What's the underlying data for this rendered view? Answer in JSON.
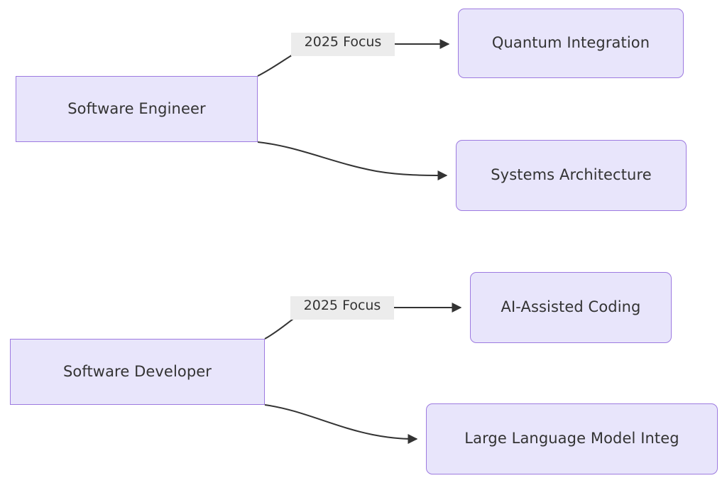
{
  "diagram": {
    "type": "flowchart",
    "direction": "left-to-right",
    "background_color": "#ffffff",
    "node_fill_color": "#e8e5fb",
    "node_border_color": "#9d7ae0",
    "node_text_color": "#333333",
    "edge_color": "#333333",
    "edge_label_background": "#ececec",
    "nodes": [
      {
        "id": "software-engineer",
        "label": "Software Engineer",
        "shape": "rectangle",
        "role": "source"
      },
      {
        "id": "quantum-integration",
        "label": "Quantum Integration",
        "shape": "rounded-rectangle",
        "role": "target"
      },
      {
        "id": "systems-architecture",
        "label": "Systems Architecture",
        "shape": "rounded-rectangle",
        "role": "target"
      },
      {
        "id": "software-developer",
        "label": "Software Developer",
        "shape": "rectangle",
        "role": "source"
      },
      {
        "id": "ai-assisted-coding",
        "label": "AI-Assisted Coding",
        "shape": "rounded-rectangle",
        "role": "target"
      },
      {
        "id": "large-language-model-integ",
        "label": "Large Language Model Integ",
        "shape": "rounded-rectangle",
        "role": "target"
      }
    ],
    "edges": [
      {
        "id": "edge-engineer-quantum",
        "from": "software-engineer",
        "to": "quantum-integration",
        "label": "2025 Focus",
        "arrow": "arrowhead"
      },
      {
        "id": "edge-engineer-systems",
        "from": "software-engineer",
        "to": "systems-architecture",
        "label": "",
        "arrow": "arrowhead"
      },
      {
        "id": "edge-developer-ai",
        "from": "software-developer",
        "to": "ai-assisted-coding",
        "label": "2025 Focus",
        "arrow": "arrowhead"
      },
      {
        "id": "edge-developer-llm",
        "from": "software-developer",
        "to": "large-language-model-integ",
        "label": "",
        "arrow": "arrowhead"
      }
    ]
  }
}
